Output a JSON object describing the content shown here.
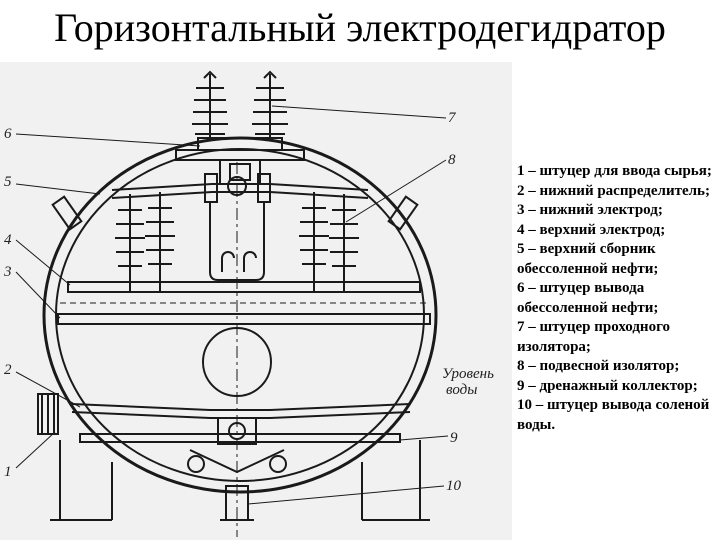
{
  "title": "Горизонтальный электродегидратор",
  "figure": {
    "level_label_line1": "Уровень",
    "level_label_line2": "воды",
    "callouts": [
      "1",
      "2",
      "3",
      "4",
      "5",
      "6",
      "7",
      "8",
      "9",
      "10"
    ]
  },
  "legend": [
    "1 – штуцер для ввода сырья;",
    "2 – нижний распределитель;",
    "3 – нижний электрод;",
    "4 – верхний электрод;",
    "5 – верхний сборник обессоленной нефти;",
    "6 – штуцер вывода обессоленной нефти;",
    "7 – штуцер проходного изолятора;",
    "8 – подвесной изолятор;",
    "9 – дренажный коллектор;",
    "10 – штуцер вывода соленой воды."
  ]
}
